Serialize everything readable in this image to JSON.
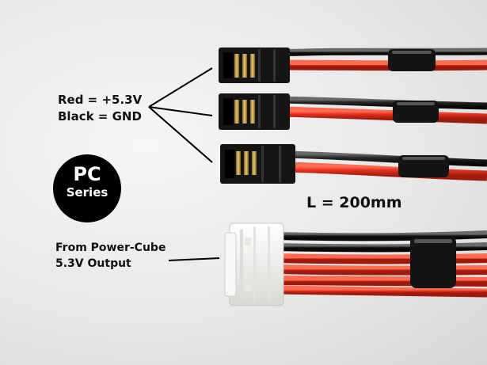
{
  "legend": {
    "line1": "Red = +5.3V",
    "line2": "Black = GND"
  },
  "badge": {
    "top": "PC",
    "bottom": "Series"
  },
  "length_label": "L = 200mm",
  "source": {
    "line1": "From Power-Cube",
    "line2": "5.3V Output"
  },
  "colors": {
    "red_wire": "#d42a1a",
    "black_wire": "#1c1c1c",
    "connector_black": "#151515",
    "connector_white": "#f4f4f2",
    "background": "#e6e6e6"
  }
}
